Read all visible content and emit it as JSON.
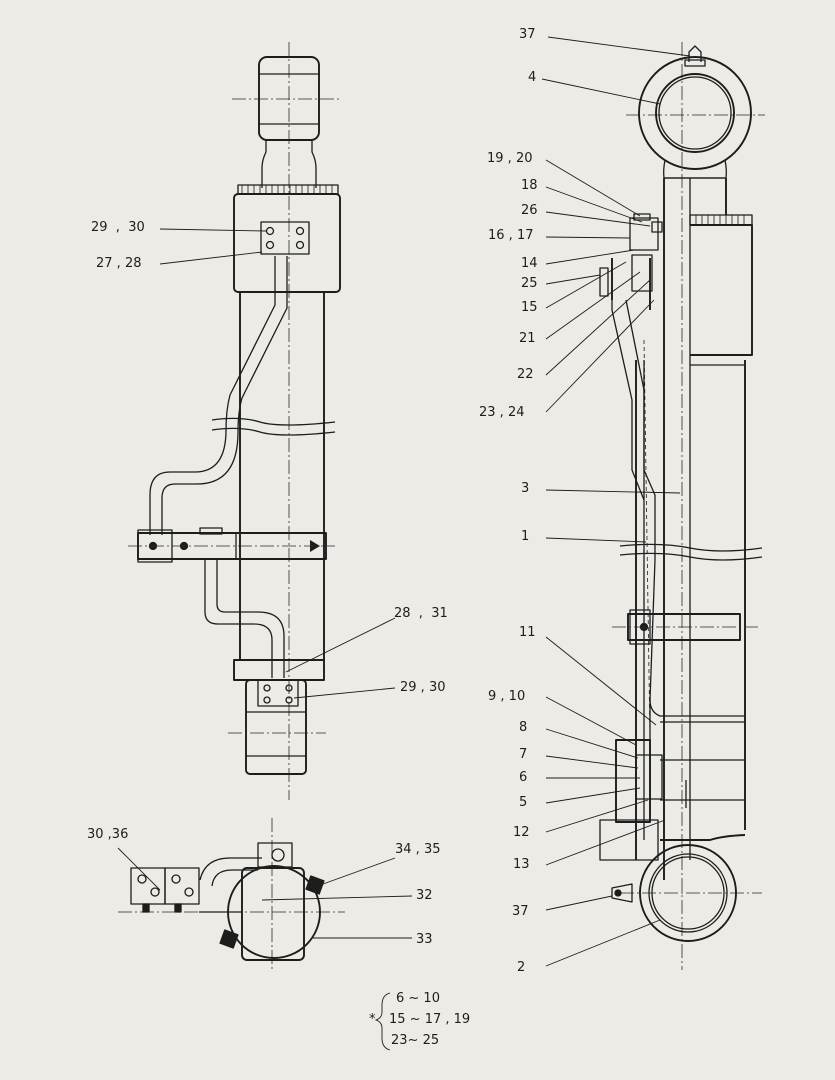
{
  "labels": {
    "l37a": "37",
    "l4": "4",
    "l1920": "19 , 20",
    "l18": "18",
    "l26": "26",
    "l1617": "16 , 17",
    "l14": "14",
    "l25": "25",
    "l15": "15",
    "l21": "21",
    "l22": "22",
    "l2324": "23 , 24",
    "l3": "3",
    "l1": "1",
    "l11": "11",
    "l910": "9 , 10",
    "l8": "8",
    "l7": "7",
    "l6": "6",
    "l5": "5",
    "l12": "12",
    "l13": "13",
    "l37b": "37",
    "l2": "2",
    "l2930a": "29  ,  30",
    "l2728": "27 , 28",
    "l2831": "28  ,  31",
    "l2930b": "29 , 30",
    "l3036": "30 ,36",
    "l3435": "34 , 35",
    "l32": "32",
    "l33": "33"
  },
  "note": {
    "star": "*",
    "line1": "6 ~ 10",
    "line2": "15 ~ 17 , 19",
    "line3": "23~ 25"
  }
}
